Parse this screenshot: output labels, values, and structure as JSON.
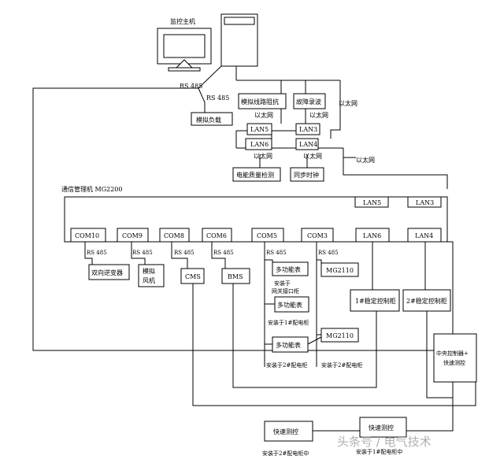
{
  "monitor_host": "监控主机",
  "rs485": "RS 485",
  "simulated_load": "模拟负载",
  "line_impedance": "模拟线路阻抗",
  "fault_recording": "故障录波",
  "ethernet": "以太网",
  "lan3": "LAN3",
  "lan4": "LAN4",
  "lan5": "LAN5",
  "lan6": "LAN6",
  "power_quality": "电能质量检测",
  "sync_clock": "同步时钟",
  "mg2200": "通信管理机 MG2200",
  "com10": "COM10",
  "com9": "COM9",
  "com8": "COM8",
  "com6": "COM6",
  "com5": "COM5",
  "com3": "COM3",
  "bidirectional_inverter": "双向逆变器",
  "simulated_fan_l1": "模拟",
  "simulated_fan_l2": "风机",
  "cms": "CMS",
  "bms": "BMS",
  "multi_meter": "多功能表",
  "install_gateway_l1": "安装于",
  "install_gateway_l2": "网关接口柜",
  "install_dist1": "安装于1#配电柜",
  "install_dist2a": "安装于2#配电柜",
  "install_dist2b": "安装于2#配电柜",
  "mg2110": "MG2110",
  "stab1": "1#稳定控制柜",
  "stab2": "2#稳定控制柜",
  "central_l1": "中央控制器+",
  "central_l2": "快速测控",
  "fast_measure": "快速测控",
  "install_dist2_bottom": "安装于2#配电柜中",
  "install_dist1_bottom": "安装于1#配电柜中",
  "watermark": "头条号 / 电气技术"
}
